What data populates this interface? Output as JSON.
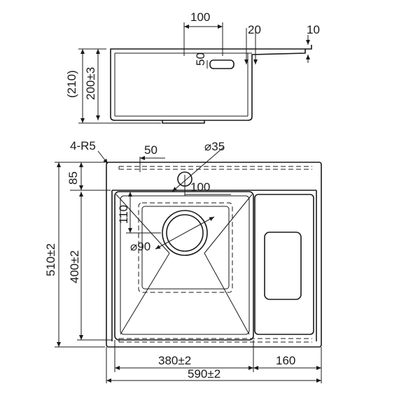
{
  "drawing": {
    "side_view": {
      "dim_overflow_width": "100",
      "dim_overflow_height": "50",
      "dim_deck_step": "20",
      "dim_deck_thickness": "10",
      "dim_total_depth": "(210)",
      "dim_bowl_depth": "200±3"
    },
    "top_view": {
      "corner_radius": "4-R5",
      "dim_tap_hole_offset": "50",
      "dim_tap_hole_dia": "⌀35",
      "dim_tap_hole_pos": "100",
      "dim_back_deck": "85",
      "dim_drain_offset": "110",
      "dim_drain_dia": "⌀90",
      "dim_total_width": "510±2",
      "dim_bowl_width": "400±2",
      "dim_bowl_length": "380±2",
      "dim_drainer_length": "160",
      "dim_total_length": "590±2"
    }
  }
}
